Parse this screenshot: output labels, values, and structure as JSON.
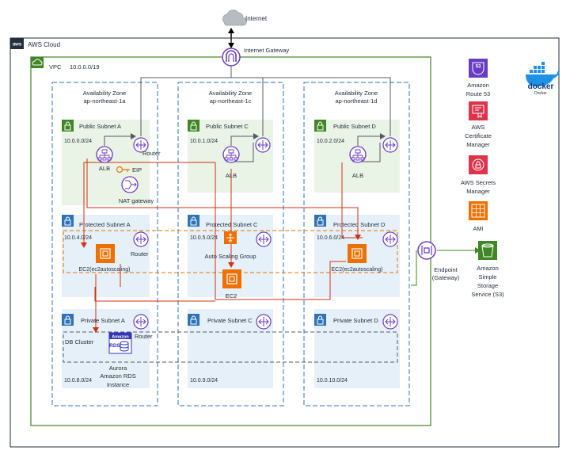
{
  "internet": {
    "label": "Internet"
  },
  "cloud": {
    "label": "AWS Cloud",
    "logo_text": "aws"
  },
  "igw": {
    "label": "Internet Gateway"
  },
  "vpc": {
    "label": "VPC",
    "cidr": "10.0.0.0/19"
  },
  "zones": [
    {
      "title": "Availability Zone",
      "name": "ap-northeast-1a"
    },
    {
      "title": "Availability Zone",
      "name": "ap-northeast-1c"
    },
    {
      "title": "Availability Zone",
      "name": "ap-northeast-1d"
    }
  ],
  "public_subnets": [
    {
      "name": "Public Subnet A",
      "cidr": "10.0.0.0/24"
    },
    {
      "name": "Public Subnet C",
      "cidr": "10.0.1.0/24"
    },
    {
      "name": "Public Subnet D",
      "cidr": "10.0.2.0/24"
    }
  ],
  "protected_subnets": [
    {
      "name": "Protected Subnet A",
      "cidr": "10.0.4.0/24"
    },
    {
      "name": "Protected Subnet C",
      "cidr": "10.0.5.0/24"
    },
    {
      "name": "Protected Subnet D",
      "cidr": "10.0.6.0/24"
    }
  ],
  "private_subnets": [
    {
      "name": "Private Subnet A",
      "cidr": "10.0.8.0/24"
    },
    {
      "name": "Private Subnet C",
      "cidr": "10.0.9.0/24"
    },
    {
      "name": "Private Subnet D",
      "cidr": "10.0.10.0/24"
    }
  ],
  "labels": {
    "alb": "ALB",
    "router": "Router",
    "eip": "EIP",
    "nat": "NAT gateway",
    "asg": "Auto Scaling Group",
    "ec2_autoscaling": "EC2(ec2autoscaling)",
    "ec2": "EC2",
    "db_cluster": "DB Cluster",
    "rds_badge_line1": "Amazon",
    "rds_badge_line2": "RDS",
    "aurora_line1": "Aurora",
    "aurora_line2": "Amazon RDS",
    "aurora_line3": "Instance",
    "endpoint_line1": "Endpoint",
    "endpoint_line2": "(Gateway)"
  },
  "services": [
    {
      "lines": [
        "Amazon",
        "Route 53"
      ],
      "icon": "route53-icon",
      "badge": "53"
    },
    {
      "lines": [
        "AWS",
        "Certificate",
        "Manager"
      ],
      "icon": "certificate-manager-icon"
    },
    {
      "lines": [
        "AWS Secrets",
        "Manager"
      ],
      "icon": "secrets-manager-icon"
    },
    {
      "lines": [
        "AMI"
      ],
      "icon": "ami-icon"
    }
  ],
  "s3": {
    "lines": [
      "Amazon",
      "Simple",
      "Storage",
      "Service (S3)"
    ]
  },
  "docker": {
    "logo_text": "docker",
    "caption": "Docker"
  },
  "colors": {
    "vpc_border": "#3f8624",
    "zone_border": "#2e73b8",
    "public_fill": "#e9f3e6",
    "protected_fill": "#e6f0f8",
    "private_fill": "#e6f0f8",
    "traffic_line": "#d13212",
    "route_line": "#545b64",
    "ec2_orange": "#ed7100",
    "network_purple": "#693cc5",
    "security_red": "#dd344c",
    "s3_green": "#3f8624",
    "rds_blue": "#3334b9"
  }
}
